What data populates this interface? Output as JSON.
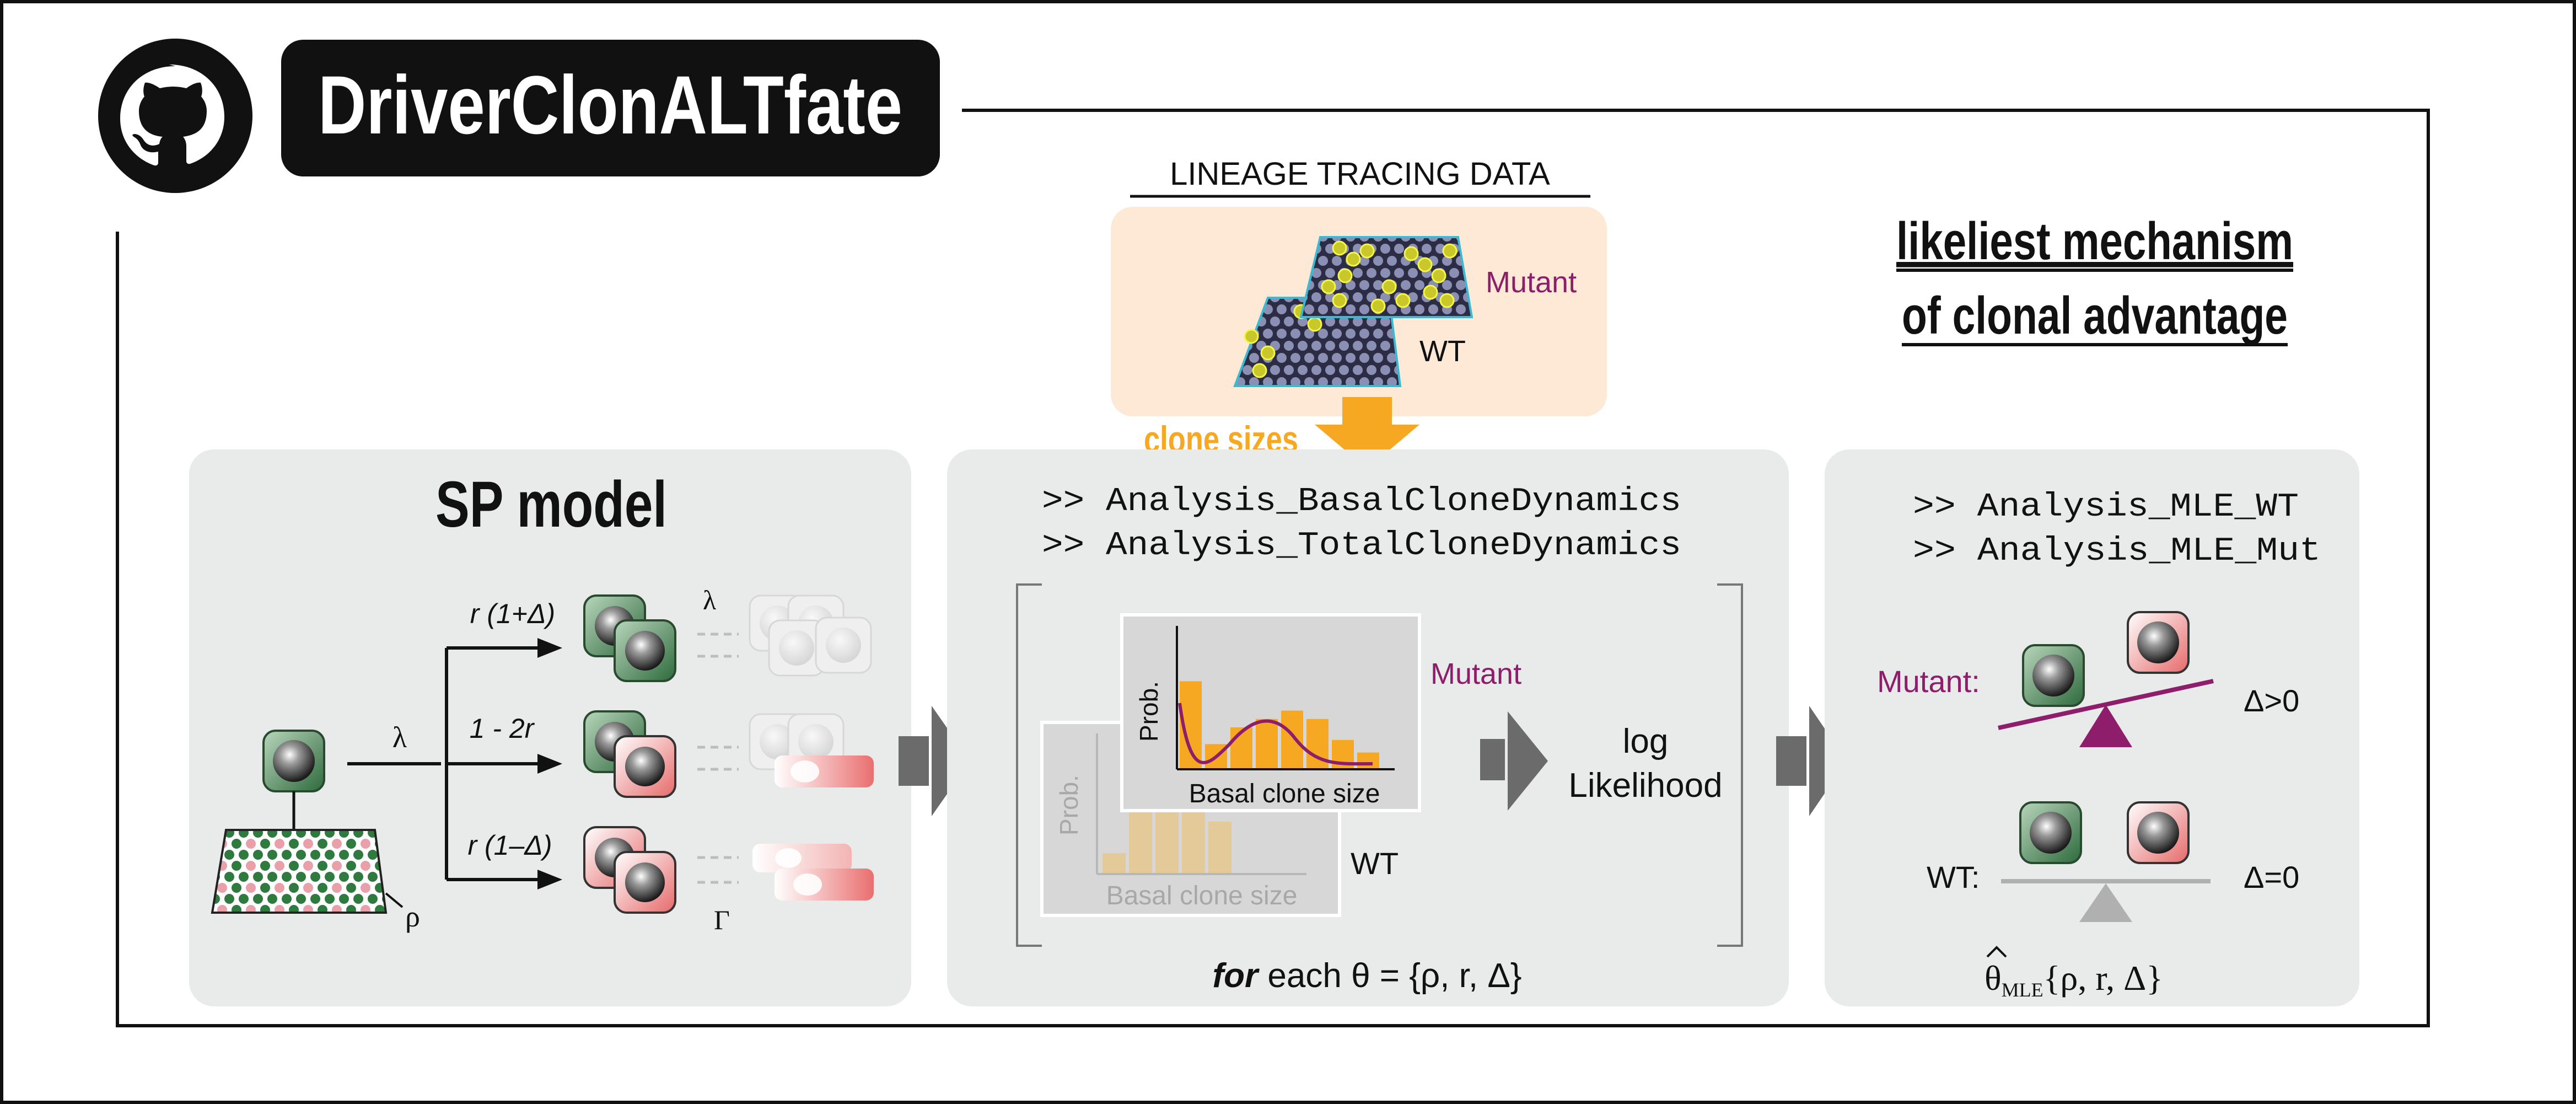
{
  "header": {
    "title": "DriverClonALTfate",
    "logo_icon": "github-octocat-icon"
  },
  "lineage": {
    "heading": "LINEAGE TRACING DATA",
    "mutant_label": "Mutant",
    "wt_label": "WT",
    "arrow_label": "clone sizes"
  },
  "conclusion": {
    "line1": "likeliest mechanism",
    "line2": "of clonal advantage"
  },
  "sp_model": {
    "title": "SP model",
    "lambda_in": "λ",
    "branch_top": "r (1+Δ)",
    "branch_mid": "1 - 2r",
    "branch_bot": "r (1–Δ)",
    "lambda_out": "λ",
    "gamma_out": "Γ",
    "rho": "ρ"
  },
  "analysis": {
    "cmd1": ">> Analysis_BasalCloneDynamics",
    "cmd2": ">> Analysis_TotalCloneDynamics",
    "mutant_label": "Mutant",
    "wt_label": "WT",
    "yaxis": "Prob.",
    "xaxis": "Basal clone size",
    "log_line1": "log",
    "log_line2": "Likelihood",
    "for_kw": "for",
    "for_rest": " each θ = {ρ, r, Δ}"
  },
  "mle": {
    "cmd1": ">> Analysis_MLE_WT",
    "cmd2": ">> Analysis_MLE_Mut",
    "mutant_label": "Mutant:",
    "wt_label": "WT:",
    "delta_pos": "Δ>0",
    "delta_zero": "Δ=0",
    "theta": "θ",
    "theta_sub": "MLE",
    "theta_set": "{ρ, r, Δ}"
  },
  "colors": {
    "panel_bg": "#e9eaea",
    "peach": "#fde9d6",
    "orange": "#f7a823",
    "purple": "#8e1e6b",
    "green": "#3f7d4c",
    "red": "#e07070",
    "arrow_gray": "#6b6b6b"
  },
  "chart_data": {
    "type": "bar",
    "series": [
      {
        "name": "Mutant",
        "values": [
          0.42,
          0.12,
          0.2,
          0.24,
          0.28,
          0.24,
          0.14,
          0.08
        ]
      },
      {
        "name": "WT",
        "values": [
          0.1,
          0.3,
          0.6,
          0.5,
          0.25
        ]
      }
    ],
    "xlabel": "Basal clone size",
    "ylabel": "Prob."
  }
}
